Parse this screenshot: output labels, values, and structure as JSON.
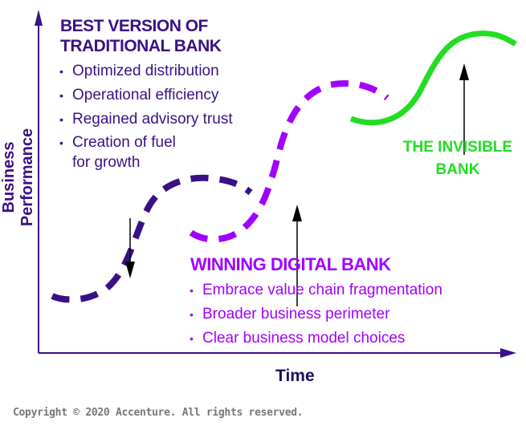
{
  "traditional": {
    "title_line1": "BEST VERSION OF",
    "title_line2": "TRADITIONAL  BANK",
    "bullets": [
      "Optimized distribution",
      "Operational efficiency",
      "Regained advisory trust",
      "Creation of fuel",
      "for growth"
    ]
  },
  "digital": {
    "title": "WINNING DIGITAL BANK",
    "bullets": [
      "Embrace value chain fragmentation",
      "Broader business perimeter",
      "Clear business model choices"
    ]
  },
  "invisible": {
    "line1": "THE INVISIBLE",
    "line2": "BANK"
  },
  "axes": {
    "y_label": "Business Performance",
    "x_label": "Time"
  },
  "copyright": "Copyright © 2020 Accenture. All rights reserved.",
  "colors": {
    "dark_purple": "#3a1185",
    "bright_purple": "#a100ff",
    "green": "#22dd22"
  }
}
